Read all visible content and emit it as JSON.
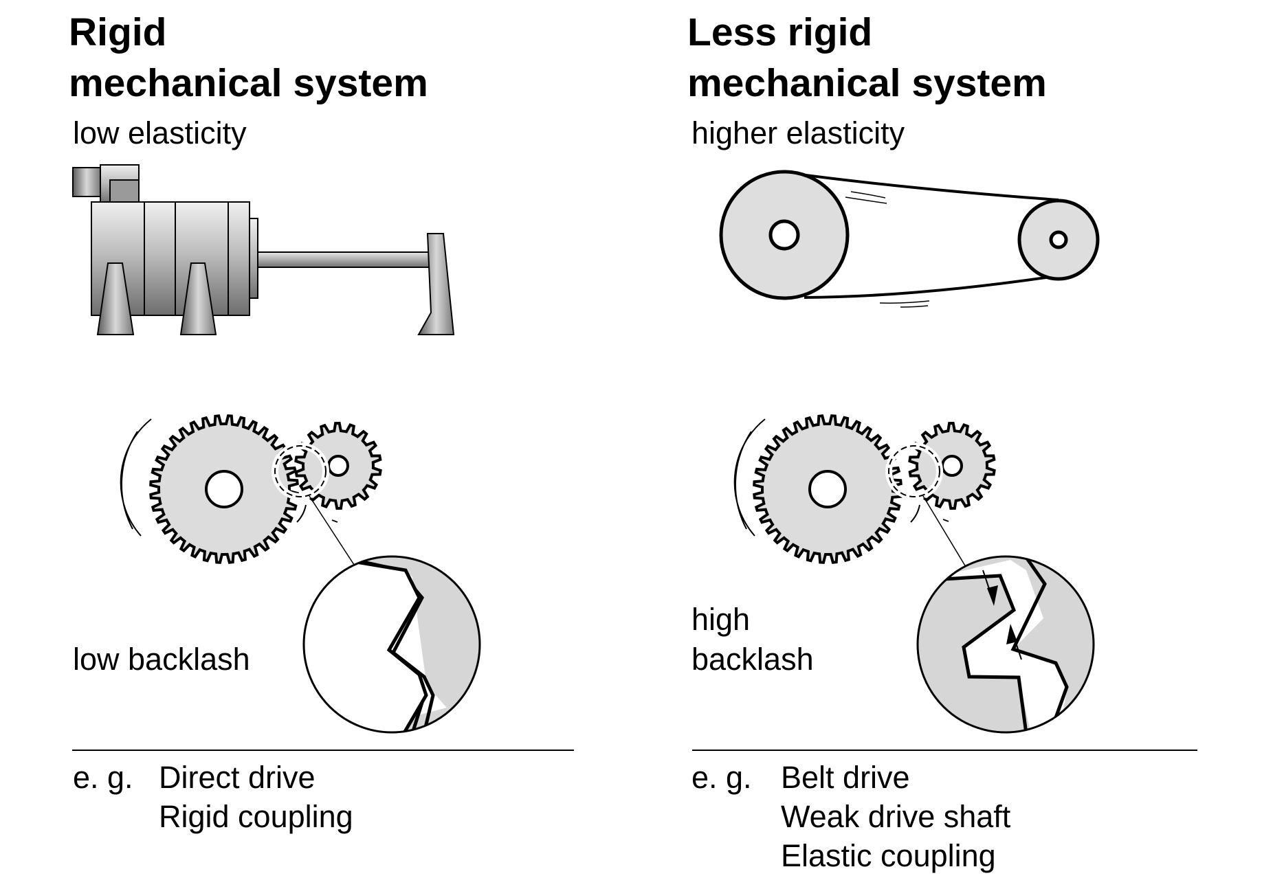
{
  "left": {
    "title_line1": "Rigid",
    "title_line2": "mechanical system",
    "elasticity": "low elasticity",
    "backlash": "low backlash",
    "eg": "e. g.",
    "examples": [
      "Direct drive",
      "Rigid coupling"
    ]
  },
  "right": {
    "title_line1": "Less rigid",
    "title_line2": "mechanical system",
    "elasticity": "higher elasticity",
    "backlash_line1": "high",
    "backlash_line2": "backlash",
    "eg": "e. g.",
    "examples": [
      "Belt drive",
      "Weak drive shaft",
      "Elastic coupling"
    ]
  },
  "colors": {
    "fill": "#d9d9d9",
    "stroke": "#000000"
  }
}
